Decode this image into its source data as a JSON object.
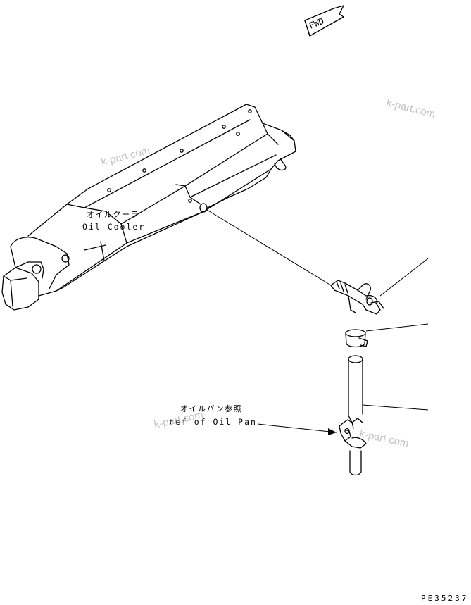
{
  "fwd_label": "FWD",
  "oil_cooler": {
    "jp": "オイルクーラ",
    "en": "Oil Cooler"
  },
  "oil_pan_ref": {
    "jp": "オイルパン参照",
    "en": "ref of Oil Pan"
  },
  "watermark": "k-part.com",
  "drawing_code": "PE35237"
}
